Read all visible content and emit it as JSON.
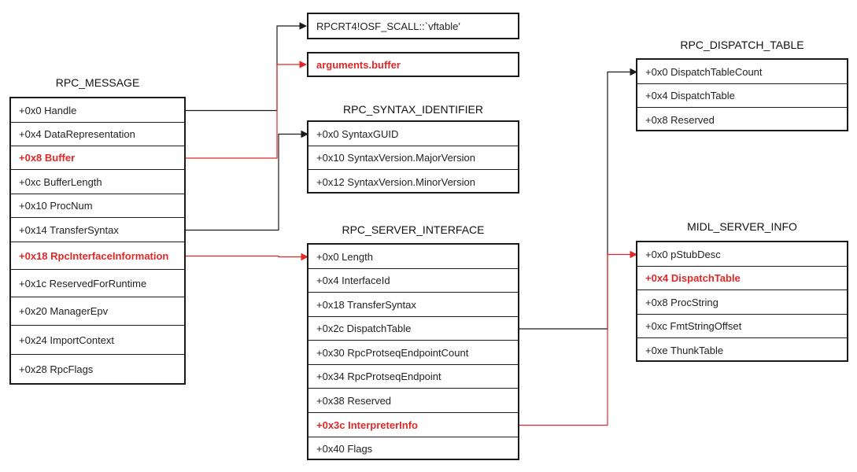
{
  "colors": {
    "highlight": "#e02828",
    "line": "#1a1a1a"
  },
  "rpc_message": {
    "title": "RPC_MESSAGE",
    "fields": [
      {
        "label": "+0x0 Handle",
        "highlight": false
      },
      {
        "label": "+0x4 DataRepresentation",
        "highlight": false
      },
      {
        "label": "+0x8 Buffer",
        "highlight": true
      },
      {
        "label": "+0xc BufferLength",
        "highlight": false
      },
      {
        "label": "+0x10 ProcNum",
        "highlight": false
      },
      {
        "label": "+0x14 TransferSyntax",
        "highlight": false
      },
      {
        "label": "+0x18 RpcInterfaceInformation",
        "highlight": true
      },
      {
        "label": "+0x1c ReservedForRuntime",
        "highlight": false
      },
      {
        "label": "+0x20 ManagerEpv",
        "highlight": false
      },
      {
        "label": "+0x24 ImportContext",
        "highlight": false
      },
      {
        "label": "+0x28 RpcFlags",
        "highlight": false
      }
    ]
  },
  "vftable": {
    "label": "RPCRT4!OSF_SCALL::`vftable'",
    "highlight": false
  },
  "arguments_buffer": {
    "label": "arguments.buffer",
    "highlight": true
  },
  "rpc_syntax_identifier": {
    "title": "RPC_SYNTAX_IDENTIFIER",
    "fields": [
      {
        "label": "+0x0 SyntaxGUID",
        "highlight": false
      },
      {
        "label": "+0x10 SyntaxVersion.MajorVersion",
        "highlight": false
      },
      {
        "label": "+0x12 SyntaxVersion.MinorVersion",
        "highlight": false
      }
    ]
  },
  "rpc_server_interface": {
    "title": "RPC_SERVER_INTERFACE",
    "fields": [
      {
        "label": "+0x0 Length",
        "highlight": false
      },
      {
        "label": "+0x4 InterfaceId",
        "highlight": false
      },
      {
        "label": "+0x18 TransferSyntax",
        "highlight": false
      },
      {
        "label": "+0x2c DispatchTable",
        "highlight": false
      },
      {
        "label": "+0x30 RpcProtseqEndpointCount",
        "highlight": false
      },
      {
        "label": "+0x34 RpcProtseqEndpoint",
        "highlight": false
      },
      {
        "label": "+0x38 Reserved",
        "highlight": false
      },
      {
        "label": "+0x3c InterpreterInfo",
        "highlight": true
      },
      {
        "label": "+0x40 Flags",
        "highlight": false
      }
    ]
  },
  "rpc_dispatch_table": {
    "title": "RPC_DISPATCH_TABLE",
    "fields": [
      {
        "label": "+0x0 DispatchTableCount",
        "highlight": false
      },
      {
        "label": "+0x4 DispatchTable",
        "highlight": false
      },
      {
        "label": "+0x8 Reserved",
        "highlight": false
      }
    ]
  },
  "midl_server_info": {
    "title": "MIDL_SERVER_INFO",
    "fields": [
      {
        "label": "+0x0 pStubDesc",
        "highlight": false
      },
      {
        "label": "+0x4 DispatchTable",
        "highlight": true
      },
      {
        "label": "+0x8 ProcString",
        "highlight": false
      },
      {
        "label": "+0xc FmtStringOffset",
        "highlight": false
      },
      {
        "label": "+0xe ThunkTable",
        "highlight": false
      }
    ]
  },
  "connections": [
    {
      "from": "rpc_message.0",
      "to": "vftable",
      "highlight": false
    },
    {
      "from": "rpc_message.2",
      "to": "arguments_buffer",
      "highlight": true
    },
    {
      "from": "rpc_message.5",
      "to": "rpc_syntax_identifier.0",
      "highlight": false
    },
    {
      "from": "rpc_message.6",
      "to": "rpc_server_interface.0",
      "highlight": true
    },
    {
      "from": "rpc_server_interface.3",
      "to": "rpc_dispatch_table.0",
      "highlight": false
    },
    {
      "from": "rpc_server_interface.7",
      "to": "midl_server_info.0",
      "highlight": true
    }
  ]
}
